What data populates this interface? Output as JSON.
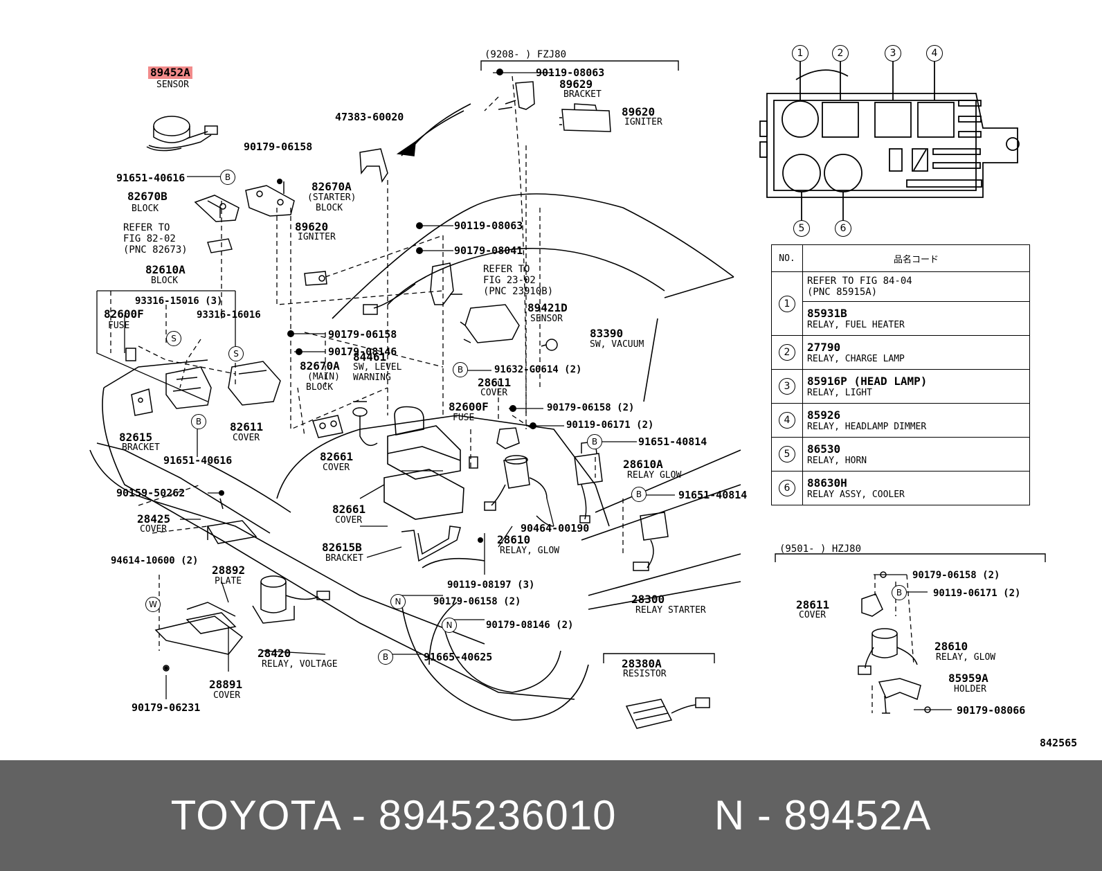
{
  "labels": {
    "p89452A": "89452A",
    "p89452A_name": "SENSOR",
    "p91651_40616_top": "91651-40616",
    "p82670B": "82670B",
    "p82670B_name": "BLOCK",
    "refer_fig82_l1": "REFER TO",
    "refer_fig82_l2": "FIG 82-02",
    "refer_fig82_l3": "(PNC 82673)",
    "p82610A": "82610A",
    "p82610A_name": "BLOCK",
    "p93316_15016": "93316-15016 (3)",
    "p93316_16016": "93316-16016",
    "p82600F_left": "82600F",
    "p82600F_left_name": "FUSE",
    "p90179_06158_top": "90179-06158",
    "p82670A_starter": "82670A",
    "p82670A_starter_l2": "(STARTER)",
    "p82670A_starter_l3": "BLOCK",
    "p89620_mid": "89620",
    "p89620_mid_name": "IGNITER",
    "p47383_60020": "47383-60020",
    "fzj_header": "(9208-        ) FZJ80",
    "p90119_08063_a": "90119-08063",
    "p89629": "89629",
    "p89629_name": "BRACKET",
    "p89620_top": "89620",
    "p89620_top_name": "IGNITER",
    "p90119_08063_b": "90119-08063",
    "p90179_08041": "90179-08041",
    "refer_fig23_l1": "REFER TO",
    "refer_fig23_l2": "FIG 23-02",
    "refer_fig23_l3": "(PNC 23910B)",
    "p89421D": "89421D",
    "p89421D_name": "SENSOR",
    "p83390": "83390",
    "p83390_name": "SW, VACUUM",
    "p90179_06158_mid": "90179-06158",
    "p90179_08146_mid": "90179-08146",
    "p82670A_main": "82670A",
    "p82670A_main_l2": "(MAIN)",
    "p82670A_main_l3": "BLOCK",
    "p84461": "84461",
    "p84461_l2": "SW, LEVEL",
    "p84461_l3": "WARNING",
    "p91632_G0614": "91632-G0614 (2)",
    "p28611_mid": "28611",
    "p28611_mid_name": "COVER",
    "p82600F_mid": "82600F",
    "p82600F_mid_name": "FUSE",
    "p90179_06158_2a": "90179-06158 (2)",
    "p90119_06171_2a": "90119-06171 (2)",
    "p91651_40814_a": "91651-40814",
    "p28610A": "28610A",
    "p28610A_name": "RELAY GLOW",
    "p91651_40814_b": "91651-40814",
    "p82615": "82615",
    "p82615_name": "BRACKET",
    "p82611": "82611",
    "p82611_name": "COVER",
    "p91651_40616_left": "91651-40616",
    "p82661_a": "82661",
    "p82661_a_name": "COVER",
    "p90159_50262": "90159-50262",
    "p28425": "28425",
    "p28425_name": "COVER",
    "p82661_b": "82661",
    "p82661_b_name": "COVER",
    "p82615B": "82615B",
    "p82615B_name": "BRACKET",
    "p90464_00190": "90464-00190",
    "p28610_mid": "28610",
    "p28610_mid_name": "RELAY, GLOW",
    "p94614_10600": "94614-10600 (2)",
    "p28892": "28892",
    "p28892_name": "PLATE",
    "p90119_08197": "90119-08197 (3)",
    "p90179_06158_2b": "90179-06158 (2)",
    "p90179_08146_2": "90179-08146 (2)",
    "p28300": "28300",
    "p28300_name": "RELAY STARTER",
    "p28420": "28420",
    "p28420_name": "RELAY, VOLTAGE",
    "p91665_40625": "91665-40625",
    "p28380A": "28380A",
    "p28380A_name": "RESISTOR",
    "p28891": "28891",
    "p28891_name": "COVER",
    "p90179_06231": "90179-06231",
    "hzj_header": "(9501-        ) HZJ80",
    "p90179_06158_2c": "90179-06158 (2)",
    "p90119_06171_2b": "90119-06171 (2)",
    "p28611_right": "28611",
    "p28611_right_name": "COVER",
    "p28610_right": "28610",
    "p28610_right_name": "RELAY, GLOW",
    "p85959A": "85959A",
    "p85959A_name": "HOLDER",
    "p90179_08066": "90179-08066",
    "fig_number": "842565"
  },
  "markers": {
    "b": "B",
    "s": "S",
    "w": "W",
    "n": "N"
  },
  "relay_box_numbers": [
    "1",
    "2",
    "3",
    "4",
    "5",
    "6"
  ],
  "table": {
    "header_no": "NO.",
    "header_code": "品名コード",
    "rows": [
      {
        "no": "1",
        "part": "REFER TO FIG 84-04",
        "desc": "(PNC 85915A)"
      },
      {
        "no": "1",
        "part": "85931B",
        "desc": "RELAY, FUEL HEATER"
      },
      {
        "no": "2",
        "part": "27790",
        "desc": "RELAY, CHARGE LAMP"
      },
      {
        "no": "3",
        "part": "85916P (HEAD LAMP)",
        "desc": "RELAY, LIGHT"
      },
      {
        "no": "4",
        "part": "85926",
        "desc": "RELAY, HEADLAMP DIMMER"
      },
      {
        "no": "5",
        "part": "86530",
        "desc": "RELAY, HORN"
      },
      {
        "no": "6",
        "part": "88630H",
        "desc": "RELAY ASSY, COOLER"
      }
    ]
  },
  "footer": {
    "text": "TOYOTA - 8945236010        N - 89452A"
  }
}
